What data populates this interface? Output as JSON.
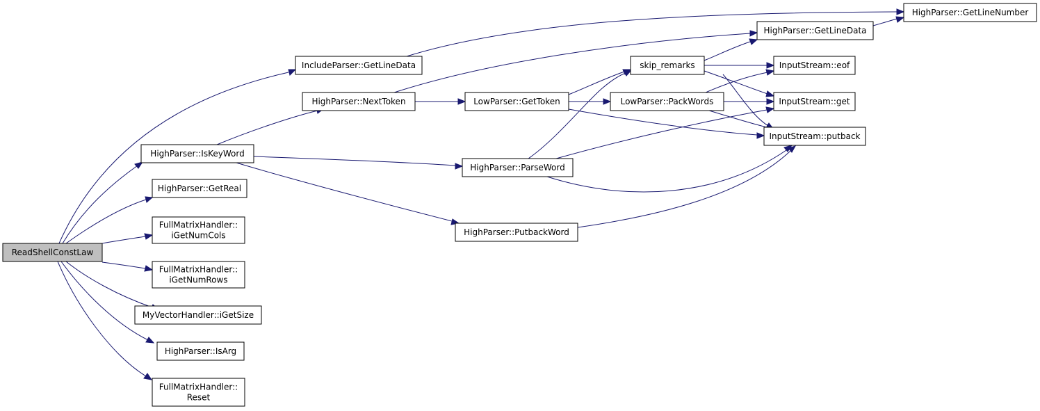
{
  "colors": {
    "edge": "#191970",
    "root_fill": "#bfbfbf",
    "node_fill": "#ffffff",
    "node_stroke": "#000000"
  },
  "nodes": [
    {
      "id": "ReadShellConstLaw",
      "lines": [
        "ReadShellConstLaw"
      ],
      "root": true
    },
    {
      "id": "IncludeParser_GetLineData",
      "lines": [
        "IncludeParser::GetLineData"
      ]
    },
    {
      "id": "HighParser_IsKeyWord",
      "lines": [
        "HighParser::IsKeyWord"
      ]
    },
    {
      "id": "HighParser_GetReal",
      "lines": [
        "HighParser::GetReal"
      ]
    },
    {
      "id": "FullMatrixHandler_iGetNumCols",
      "lines": [
        "FullMatrixHandler::",
        "iGetNumCols"
      ]
    },
    {
      "id": "FullMatrixHandler_iGetNumRows",
      "lines": [
        "FullMatrixHandler::",
        "iGetNumRows"
      ]
    },
    {
      "id": "MyVectorHandler_iGetSize",
      "lines": [
        "MyVectorHandler::iGetSize"
      ]
    },
    {
      "id": "HighParser_IsArg",
      "lines": [
        "HighParser::IsArg"
      ]
    },
    {
      "id": "FullMatrixHandler_Reset",
      "lines": [
        "FullMatrixHandler::",
        "Reset"
      ]
    },
    {
      "id": "HighParser_NextToken",
      "lines": [
        "HighParser::NextToken"
      ]
    },
    {
      "id": "LowParser_GetToken",
      "lines": [
        "LowParser::GetToken"
      ]
    },
    {
      "id": "HighParser_ParseWord",
      "lines": [
        "HighParser::ParseWord"
      ]
    },
    {
      "id": "HighParser_PutbackWord",
      "lines": [
        "HighParser::PutbackWord"
      ]
    },
    {
      "id": "skip_remarks",
      "lines": [
        "skip_remarks"
      ]
    },
    {
      "id": "LowParser_PackWords",
      "lines": [
        "LowParser::PackWords"
      ]
    },
    {
      "id": "HighParser_GetLineData",
      "lines": [
        "HighParser::GetLineData"
      ]
    },
    {
      "id": "HighParser_GetLineNumber",
      "lines": [
        "HighParser::GetLineNumber"
      ]
    },
    {
      "id": "InputStream_eof",
      "lines": [
        "InputStream::eof"
      ]
    },
    {
      "id": "InputStream_get",
      "lines": [
        "InputStream::get"
      ]
    },
    {
      "id": "InputStream_putback",
      "lines": [
        "InputStream::putback"
      ]
    }
  ],
  "edges": [
    [
      "ReadShellConstLaw",
      "IncludeParser_GetLineData"
    ],
    [
      "ReadShellConstLaw",
      "HighParser_IsKeyWord"
    ],
    [
      "ReadShellConstLaw",
      "HighParser_GetReal"
    ],
    [
      "ReadShellConstLaw",
      "FullMatrixHandler_iGetNumCols"
    ],
    [
      "ReadShellConstLaw",
      "FullMatrixHandler_iGetNumRows"
    ],
    [
      "ReadShellConstLaw",
      "MyVectorHandler_iGetSize"
    ],
    [
      "ReadShellConstLaw",
      "HighParser_IsArg"
    ],
    [
      "ReadShellConstLaw",
      "FullMatrixHandler_Reset"
    ],
    [
      "IncludeParser_GetLineData",
      "HighParser_GetLineNumber"
    ],
    [
      "HighParser_IsKeyWord",
      "HighParser_NextToken"
    ],
    [
      "HighParser_IsKeyWord",
      "HighParser_ParseWord"
    ],
    [
      "HighParser_IsKeyWord",
      "HighParser_PutbackWord"
    ],
    [
      "HighParser_NextToken",
      "HighParser_GetLineData"
    ],
    [
      "HighParser_NextToken",
      "LowParser_GetToken"
    ],
    [
      "LowParser_GetToken",
      "skip_remarks"
    ],
    [
      "LowParser_GetToken",
      "LowParser_PackWords"
    ],
    [
      "LowParser_GetToken",
      "InputStream_putback"
    ],
    [
      "HighParser_ParseWord",
      "skip_remarks"
    ],
    [
      "HighParser_ParseWord",
      "InputStream_get"
    ],
    [
      "HighParser_ParseWord",
      "InputStream_putback"
    ],
    [
      "HighParser_PutbackWord",
      "InputStream_putback"
    ],
    [
      "skip_remarks",
      "HighParser_GetLineData"
    ],
    [
      "skip_remarks",
      "InputStream_eof"
    ],
    [
      "skip_remarks",
      "InputStream_get"
    ],
    [
      "skip_remarks",
      "InputStream_putback"
    ],
    [
      "LowParser_PackWords",
      "InputStream_eof"
    ],
    [
      "LowParser_PackWords",
      "InputStream_get"
    ],
    [
      "LowParser_PackWords",
      "InputStream_putback"
    ],
    [
      "HighParser_GetLineData",
      "HighParser_GetLineNumber"
    ]
  ]
}
